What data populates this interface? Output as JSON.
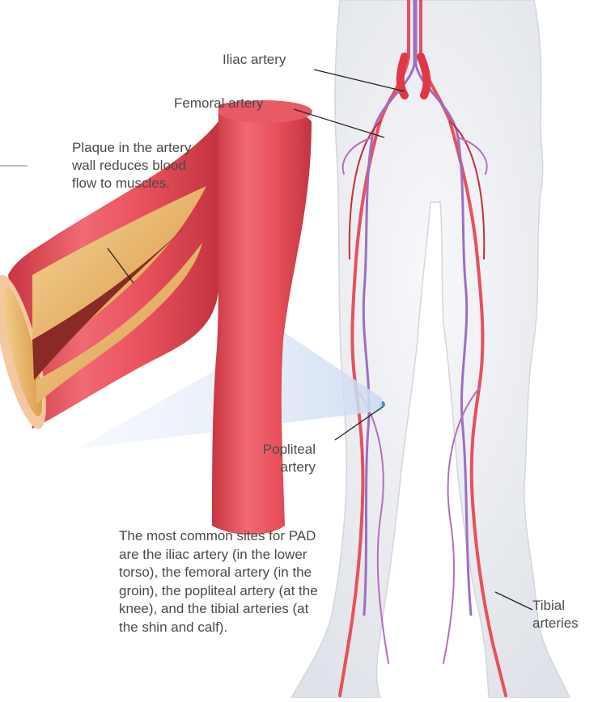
{
  "labels": {
    "plaque": "Plaque in the artery wall reduces blood flow to muscles.",
    "iliac": "Iliac artery",
    "femoral": "Femoral artery",
    "popliteal": "Popliteal artery",
    "tibial": "Tibial arteries"
  },
  "caption": "The most common sites for PAD are the iliac artery (in the lower torso), the femoral artery (in the groin), the popliteal artery (at the knee), and the tibial arteries (at the shin and calf).",
  "colors": {
    "artery_red": "#e8505c",
    "artery_dark": "#c0303c",
    "vein_purple": "#9b6fc4",
    "plaque_yellow": "#e9b36a",
    "body_fill": "#eceef2",
    "magnify_cone": "#dfe8f6",
    "text": "#4a4a4a",
    "leader": "#222222"
  }
}
